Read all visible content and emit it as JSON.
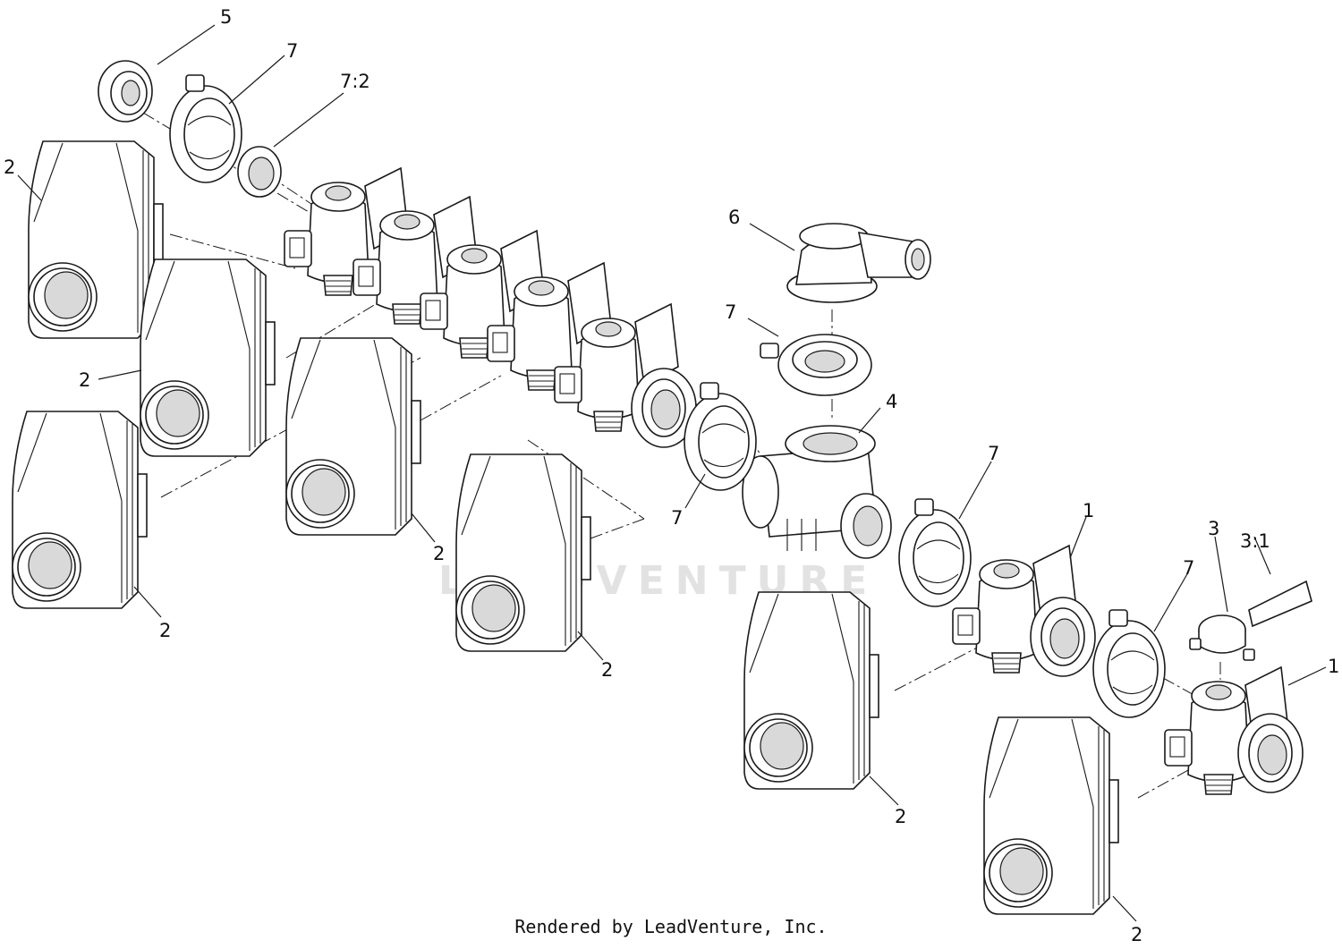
{
  "callouts": {
    "c1": "5",
    "c2": "7",
    "c3": "7:2",
    "c4": "2",
    "c5": "6",
    "c6": "2",
    "c7": "7",
    "c8": "4",
    "c9": "7",
    "c10": "2",
    "c11": "7",
    "c12": "2",
    "c13": "1",
    "c14": "3",
    "c15": "3:1",
    "c16": "7",
    "c17": "2",
    "c18": "1",
    "c19": "2",
    "c20": "2"
  },
  "watermark": "LEADVENTURE",
  "footer": "Rendered by LeadVenture, Inc."
}
